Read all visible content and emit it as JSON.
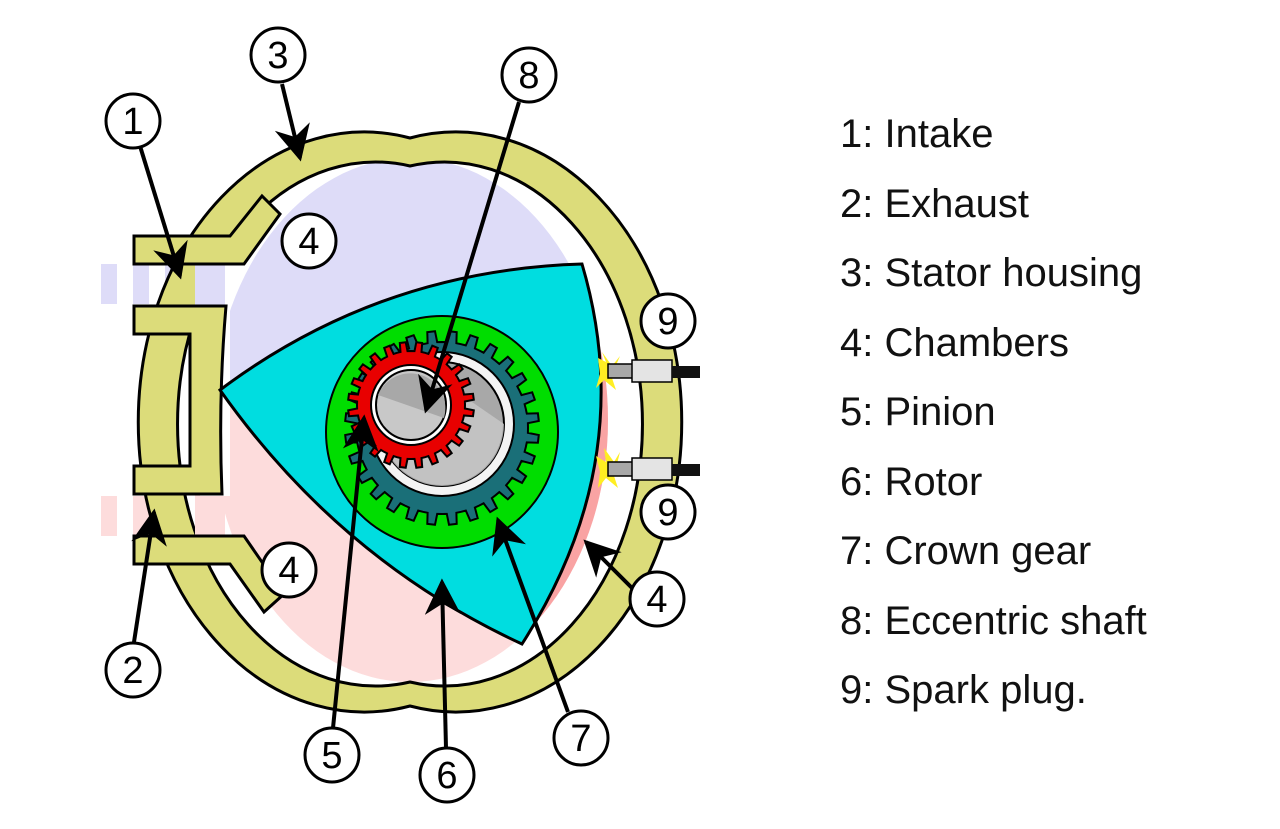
{
  "title": "Wankel rotary engine cross-section",
  "colors": {
    "housing": "#dcdc7a",
    "chamber_intake": "#dedcf8",
    "chamber_exhaust": "#fddcdc",
    "chamber_compression": "#f9a3a3",
    "rotor": "#00dde0",
    "crown_ring": "#00dd00",
    "crown_gear": "#1a6f78",
    "pinion": "#e80000",
    "shaft_light": "#c8c8c8",
    "shaft_dark": "#a0a0a0",
    "spark": "#ffee22",
    "outline": "#000000"
  },
  "callouts": [
    {
      "id": "1",
      "label": "1"
    },
    {
      "id": "2",
      "label": "2"
    },
    {
      "id": "3",
      "label": "3"
    },
    {
      "id": "4a",
      "label": "4"
    },
    {
      "id": "4b",
      "label": "4"
    },
    {
      "id": "4c",
      "label": "4"
    },
    {
      "id": "5",
      "label": "5"
    },
    {
      "id": "6",
      "label": "6"
    },
    {
      "id": "7",
      "label": "7"
    },
    {
      "id": "8",
      "label": "8"
    },
    {
      "id": "9a",
      "label": "9"
    },
    {
      "id": "9b",
      "label": "9"
    }
  ],
  "legend": [
    {
      "number": "1",
      "text": "1: Intake"
    },
    {
      "number": "2",
      "text": "2: Exhaust"
    },
    {
      "number": "3",
      "text": "3: Stator housing"
    },
    {
      "number": "4",
      "text": "4: Chambers"
    },
    {
      "number": "5",
      "text": "5: Pinion"
    },
    {
      "number": "6",
      "text": "6: Rotor"
    },
    {
      "number": "7",
      "text": "7: Crown gear"
    },
    {
      "number": "8",
      "text": "8: Eccentric shaft"
    },
    {
      "number": "9",
      "text": "9: Spark plug."
    }
  ]
}
